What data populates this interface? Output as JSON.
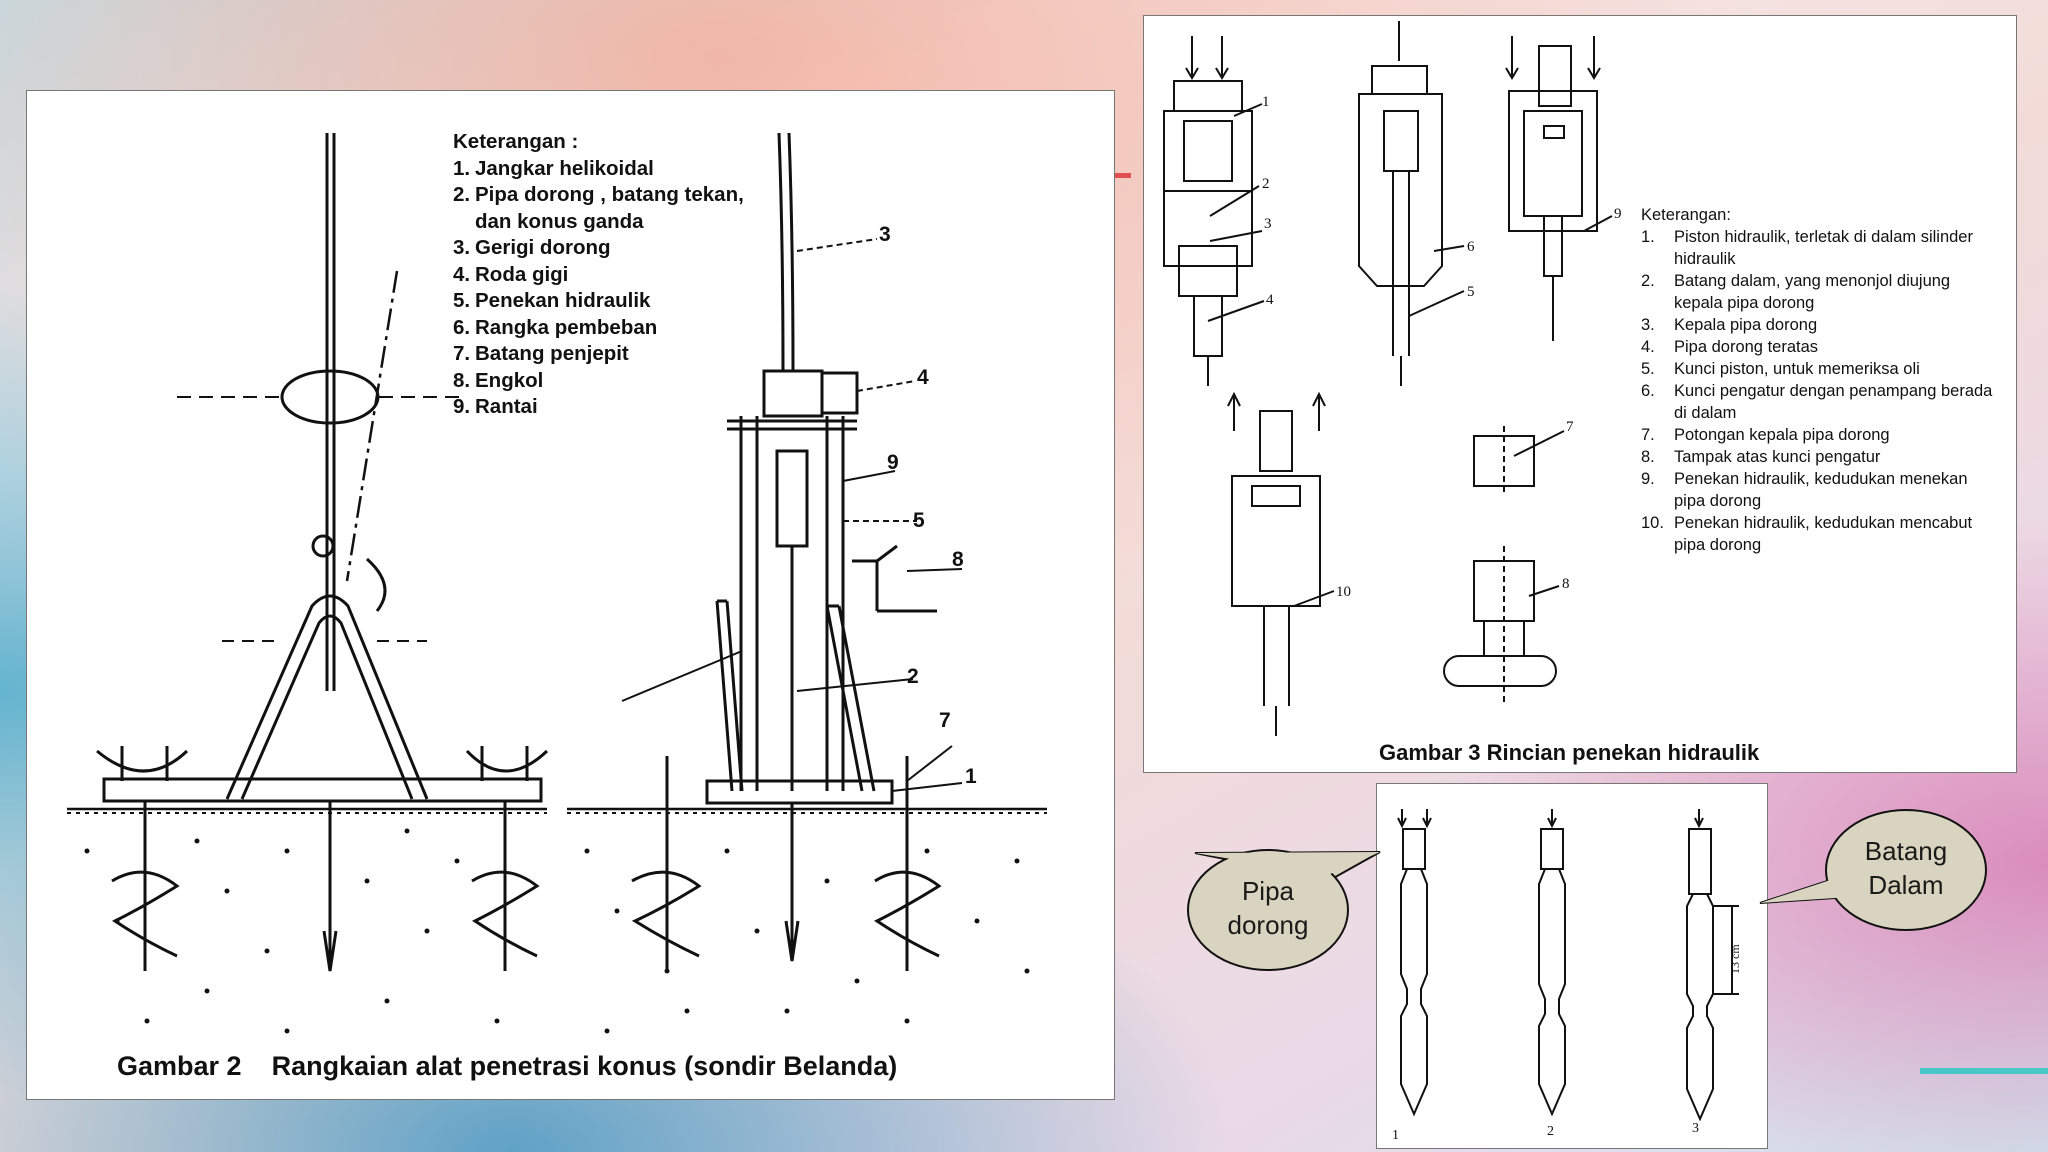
{
  "figure2": {
    "legend_title": "Keterangan :",
    "legend_items": [
      {
        "num": "1.",
        "text": "Jangkar helikoidal"
      },
      {
        "num": "2.",
        "text": "Pipa dorong , batang tekan,",
        "cont": "dan konus ganda"
      },
      {
        "num": "3.",
        "text": "Gerigi dorong"
      },
      {
        "num": "4.",
        "text": "Roda gigi"
      },
      {
        "num": "5.",
        "text": "Penekan hidraulik"
      },
      {
        "num": "6.",
        "text": "Rangka pembeban"
      },
      {
        "num": "7.",
        "text": "Batang penjepit"
      },
      {
        "num": "8.",
        "text": "Engkol"
      },
      {
        "num": "9.",
        "text": "Rantai"
      }
    ],
    "callouts": [
      "1",
      "2",
      "3",
      "4",
      "5",
      "7",
      "8",
      "9"
    ],
    "caption": "Gambar 2    Rangkaian alat penetrasi konus (sondir Belanda)"
  },
  "figure3": {
    "legend_title": "Keterangan:",
    "legend_items": [
      {
        "num": "1.",
        "text": "Piston hidraulik, terletak di dalam silinder hidraulik"
      },
      {
        "num": "2.",
        "text": "Batang dalam, yang menonjol diujung kepala pipa  dorong"
      },
      {
        "num": "3.",
        "text": "Kepala pipa dorong"
      },
      {
        "num": "4.",
        "text": "Pipa dorong teratas"
      },
      {
        "num": "5.",
        "text": "Kunci piston, untuk memeriksa oli"
      },
      {
        "num": "6.",
        "text": "Kunci pengatur dengan penampang berada di dalam"
      },
      {
        "num": "7.",
        "text": "Potongan kepala pipa dorong"
      },
      {
        "num": "8.",
        "text": "Tampak atas kunci pengatur"
      },
      {
        "num": "9.",
        "text": "Penekan hidraulik, kedudukan menekan pipa dorong"
      },
      {
        "num": "10.",
        "text": "Penekan hidraulik, kedudukan mencabut pipa dorong"
      }
    ],
    "callouts": [
      "1",
      "2",
      "3",
      "4",
      "5",
      "6",
      "7",
      "8",
      "9",
      "10"
    ],
    "caption": "Gambar 3 Rincian penekan hidraulik"
  },
  "figure4": {
    "labels": [
      "1",
      "2",
      "3"
    ],
    "dimension": "13 cm"
  },
  "bubbles": {
    "pipa_dorong": [
      "Pipa",
      "dorong"
    ],
    "batang_dalam": [
      "Batang",
      "Dalam"
    ]
  },
  "colors": {
    "bubble_fill": "#d9d4bf",
    "accent_red": "#e05050",
    "accent_teal": "#49c7c7"
  }
}
